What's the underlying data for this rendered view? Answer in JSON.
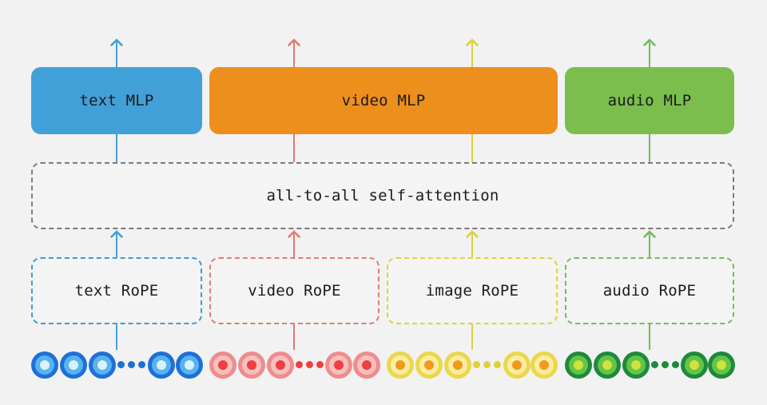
{
  "attention": {
    "label": "all-to-all self-attention"
  },
  "mlps": [
    {
      "label": "text MLP",
      "color": "#42a0d8"
    },
    {
      "label": "video MLP",
      "color": "#ec8f1c"
    },
    {
      "label": "audio MLP",
      "color": "#7bbe4e"
    }
  ],
  "ropes": [
    {
      "label": "text RoPE",
      "color": "#3d9ad8"
    },
    {
      "label": "video RoPE",
      "color": "#e27a72"
    },
    {
      "label": "image RoPE",
      "color": "#dcd23a"
    },
    {
      "label": "audio RoPE",
      "color": "#6fbe5a"
    }
  ],
  "token_groups": [
    {
      "name": "text",
      "ring": "#1f6fd8",
      "mid": "#58b3ee",
      "core": "#d9f1fb"
    },
    {
      "name": "video",
      "ring": "#ef8c8c",
      "mid": "#f6c0c0",
      "core": "#ef3f3f"
    },
    {
      "name": "image",
      "ring": "#ecd64a",
      "mid": "#fbeea3",
      "core": "#f2981c"
    },
    {
      "name": "audio",
      "ring": "#1d8a3a",
      "mid": "#64c34a",
      "core": "#cfe33a"
    }
  ]
}
